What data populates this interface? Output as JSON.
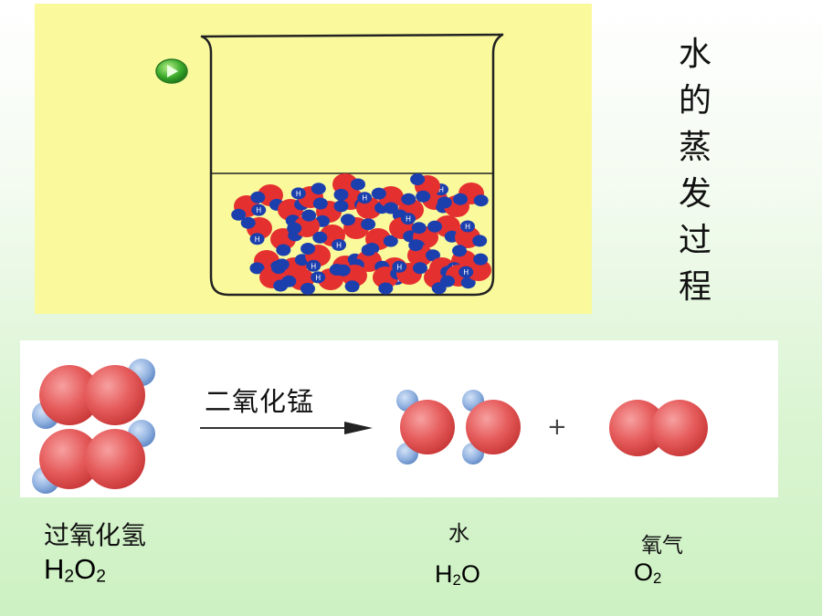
{
  "top_panel": {
    "vertical_title": "水的蒸发过程",
    "play_icon": "play-icon",
    "molecule_label": "H"
  },
  "reaction": {
    "catalyst": "二氧化锰",
    "plus": "+",
    "reactant": {
      "name": "过氧化氢",
      "formula_main": "H",
      "sub1": "2",
      "mid": "O",
      "sub2": "2"
    },
    "product_water": {
      "name": "水",
      "f1": "H",
      "sub": "2",
      "f2": "O"
    },
    "product_oxygen": {
      "name": "氧气",
      "f1": "O",
      "sub": "2"
    }
  },
  "colors": {
    "beaker_bg": "#fafa9c",
    "oxygen_red": "#e53030",
    "hydrogen_blue": "#1c3fae",
    "model_red": "#e85a5a",
    "model_blue": "#8fb1e0"
  }
}
